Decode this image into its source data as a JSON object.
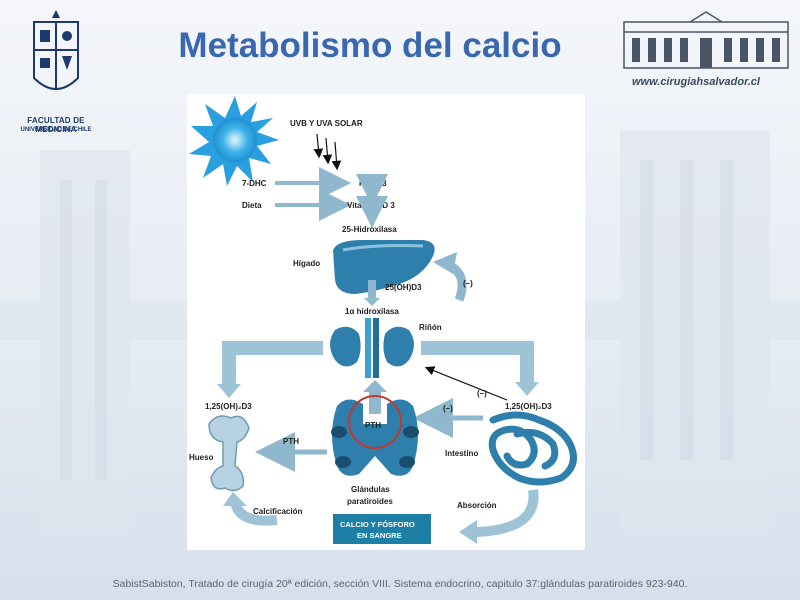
{
  "header": {
    "title": "Metabolismo del calcio",
    "faculty": "FACULTAD DE MEDICINA",
    "university": "UNIVERSIDAD DE CHILE",
    "url": "www.cirugiahsalvador.cl"
  },
  "diagram": {
    "uv_label": "UVB Y UVA SOLAR",
    "dhc": "7-DHC",
    "pre_d3": "Pre D 3",
    "diet": "Dieta",
    "vit_d3": "Vitamina D 3",
    "hydroxylase25": "25-Hidroxilasa",
    "liver": "Hígado",
    "oh_d3": "25(OH)D3",
    "neg1": "(–)",
    "alpha_hydroxylase": "1α hidroxilasa",
    "kidney": "Riñón",
    "calcitriol_left": "1,25(OH)₂D3",
    "calcitriol_right": "1,25(OH)₂D3",
    "neg2": "(–)",
    "neg3": "(–)",
    "pth": "PTH",
    "pth_arrow": "PTH",
    "bone": "Hueso",
    "intestine": "Intestino",
    "parathyroid_line1": "Glándulas",
    "parathyroid_line2": "paratiroides",
    "calcification": "Calcificación",
    "absorption": "Absorción",
    "blood_line1": "CALCIO Y FÓSFORO",
    "blood_line2": "EN SANGRE"
  },
  "footer": {
    "citation": "SabistSabiston, Tratado de cirugía 20ª edición, sección VIII. Sistema endocrino,  capitulo 37:glándulas paratiroides 923-940."
  },
  "colors": {
    "title": "#3a68b0",
    "arrow": "#9ec3d7",
    "organ": "#2f7fad",
    "box": "#1e7fa6",
    "highlight": "#c0392b"
  }
}
